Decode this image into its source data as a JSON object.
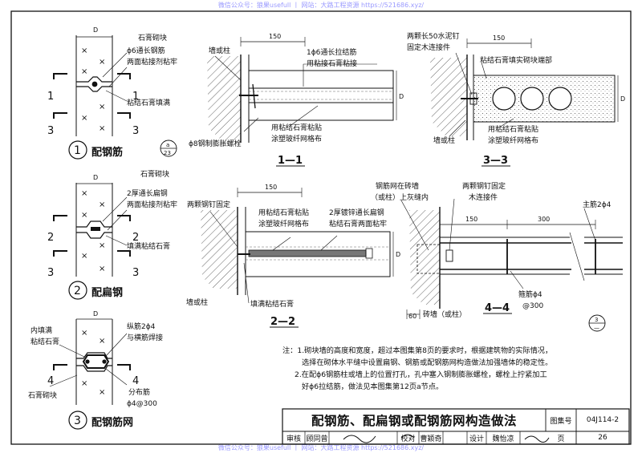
{
  "watermark": {
    "top": "微信公众号：狼果usefull 丨 网站：大路工程资源 https://521686.xyz/",
    "bottom": "微信公众号：狼果usefull 丨 网站：大路工程资源 https://521686.xyz/"
  },
  "drawing": {
    "dim_D": "D",
    "dim_150": "150",
    "dim_300": "300",
    "dim_60": "60",
    "cut_1": "1",
    "cut_2": "2",
    "cut_3": "3",
    "cut_4": "4"
  },
  "detail1": {
    "number": "1",
    "name": "配钢筋",
    "label_block": "石膏砌块",
    "label_rebar_1": "ϕ6通长钢筋",
    "label_rebar_2": "两面粘接剂粘牢",
    "label_fill": "粘结石膏填满"
  },
  "detail2": {
    "number": "2",
    "name": "配扁钢",
    "label_block": "石膏砌块",
    "label_flat_1": "2厚通长扁钢",
    "label_flat_2": "两面粘接剂粘牢",
    "label_fill": "填满粘结石膏"
  },
  "detail3": {
    "number": "3",
    "name": "配钢筋网",
    "label_inner_1": "内填满",
    "label_inner_2": "粘结石膏",
    "label_long_1": "纵筋2ϕ4",
    "label_long_2": "与横筋焊接",
    "label_block": "石膏砌块",
    "label_dist_1": "分布筋",
    "label_dist_2": "ϕ4@300"
  },
  "section11": {
    "title": "1—1",
    "label_wall": "墙或柱",
    "label_tie_1": "1ϕ6通长拉结筋",
    "label_tie_2": "用粘接石膏粘接",
    "label_bolt": "ϕ8钢制膨胀螺栓",
    "ref_top": "a",
    "ref_bottom": "23",
    "label_paste_1": "用粘结石膏粘贴",
    "label_paste_2": "涂塑玻纤网格布"
  },
  "section22": {
    "title": "2—2",
    "label_nails": "两颗钢钉固定",
    "label_paste_1": "用粘结石膏粘贴",
    "label_paste_2": "涂塑玻纤网格布",
    "label_flat_1": "2厚镀锌通长扁钢",
    "label_flat_2": "粘结石膏两面粘牢",
    "label_wall": "墙或柱",
    "label_fill": "填满粘结石膏"
  },
  "section33": {
    "title": "3—3",
    "label_nails_1": "两颗长50水泥钉",
    "label_nails_2": "固定木连接件",
    "label_fill": "粘结石膏填实砌块端部",
    "label_paste_1": "用粘结石膏粘贴",
    "label_paste_2": "涂塑玻纤网格布",
    "label_wall": "墙或柱"
  },
  "section44": {
    "title": "4—4",
    "label_rebar_1": "钢筋网在砖墙",
    "label_rebar_2": "（或柱）上灰缝内",
    "label_nail_1": "两颗钢钉固定",
    "label_nail_2": "木连接件",
    "label_main": "主筋2ϕ4",
    "label_hoop_1": "箍筋ϕ4",
    "label_hoop_2": "@300",
    "label_brick": "砖墙（或柱）",
    "ref_top": "3",
    "ref_bottom": "—"
  },
  "notes": {
    "lines": [
      "注：1.砌块墙的高度和宽度，超过本图集第8页的要求时，根据建筑物的实际情况，",
      "选择在砌体水平缝中设置扁钢、钢筋或配钢筋网构造做法加强墙体的稳定性。",
      "2.在配ϕ6钢筋柱或墙上的位置打孔，孔中塞入钢制膨胀螺栓，螺栓上拧紧加工",
      "好ϕ6拉结筋，做法见本图集第12页a节点。"
    ]
  },
  "titleblock": {
    "title": "配钢筋、配扁钢或配钢筋网构造做法",
    "atlas_label": "图集号",
    "atlas_value": "04J114-2",
    "review_label": "审核",
    "review_name": "顾同曾",
    "check_label": "校对",
    "check_name": "曹颖奇",
    "design_label": "设计",
    "design_name": "魏怡凉",
    "page_label": "页",
    "page_value": "26"
  }
}
